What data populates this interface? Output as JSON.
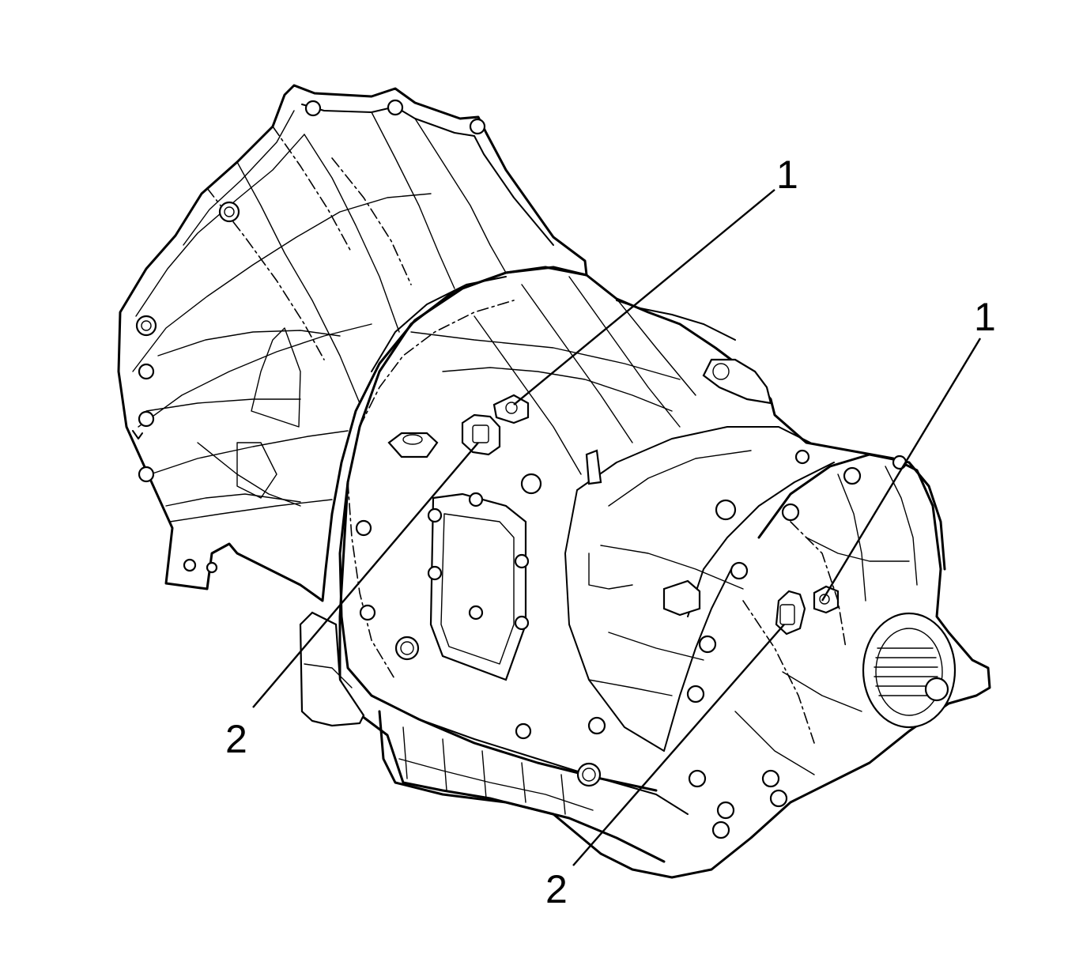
{
  "callouts": [
    {
      "id": "c1a",
      "text": "1"
    },
    {
      "id": "c1b",
      "text": "1"
    },
    {
      "id": "c2a",
      "text": "2"
    },
    {
      "id": "c2b",
      "text": "2"
    }
  ]
}
